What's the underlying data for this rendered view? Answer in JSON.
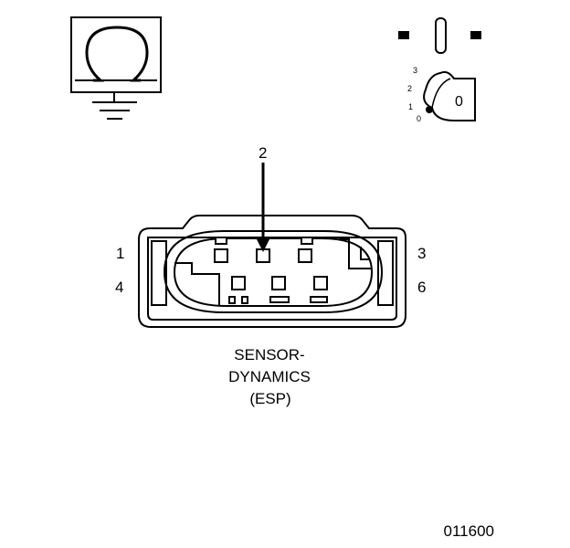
{
  "ignition": {
    "positions": [
      "3",
      "2",
      "1",
      "0"
    ],
    "key_digit": "0"
  },
  "connector": {
    "pointer_pin": "2",
    "pin_labels": {
      "left_top": "1",
      "left_bottom": "4",
      "right_top": "3",
      "right_bottom": "6"
    },
    "caption_lines": [
      "SENSOR-",
      "DYNAMICS",
      "(ESP)"
    ]
  },
  "figure_number": "011600"
}
